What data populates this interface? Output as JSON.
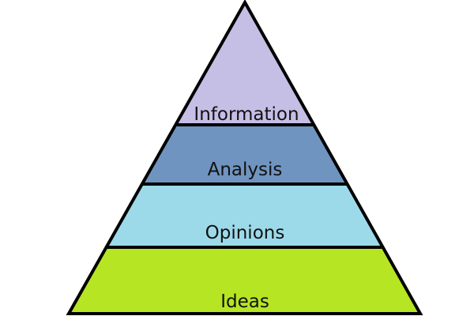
{
  "pyramid": {
    "tiers": [
      {
        "label": "Information",
        "color": "#c5bfe6"
      },
      {
        "label": "Analysis",
        "color": "#6f94c0"
      },
      {
        "label": "Opinions",
        "color": "#9cdaea"
      },
      {
        "label": "Ideas",
        "color": "#b6e523"
      }
    ],
    "outline_color": "#000000"
  }
}
